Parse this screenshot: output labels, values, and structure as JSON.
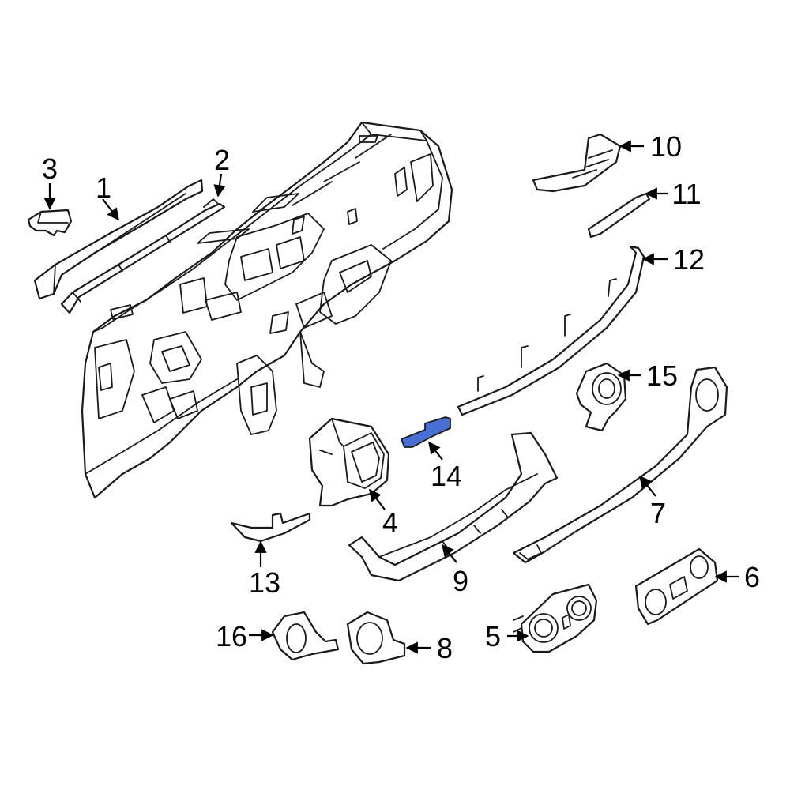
{
  "diagram": {
    "highlight_color": "#4a6fd4",
    "line_color": "#1a1a1a",
    "background": "#ffffff",
    "highlighted_part": "14",
    "callouts": [
      {
        "id": "1",
        "label": "1"
      },
      {
        "id": "2",
        "label": "2"
      },
      {
        "id": "3",
        "label": "3"
      },
      {
        "id": "4",
        "label": "4"
      },
      {
        "id": "5",
        "label": "5"
      },
      {
        "id": "6",
        "label": "6"
      },
      {
        "id": "7",
        "label": "7"
      },
      {
        "id": "8",
        "label": "8"
      },
      {
        "id": "9",
        "label": "9"
      },
      {
        "id": "10",
        "label": "10"
      },
      {
        "id": "11",
        "label": "11"
      },
      {
        "id": "12",
        "label": "12"
      },
      {
        "id": "13",
        "label": "13"
      },
      {
        "id": "14",
        "label": "14"
      },
      {
        "id": "15",
        "label": "15"
      },
      {
        "id": "16",
        "label": "16"
      }
    ]
  }
}
